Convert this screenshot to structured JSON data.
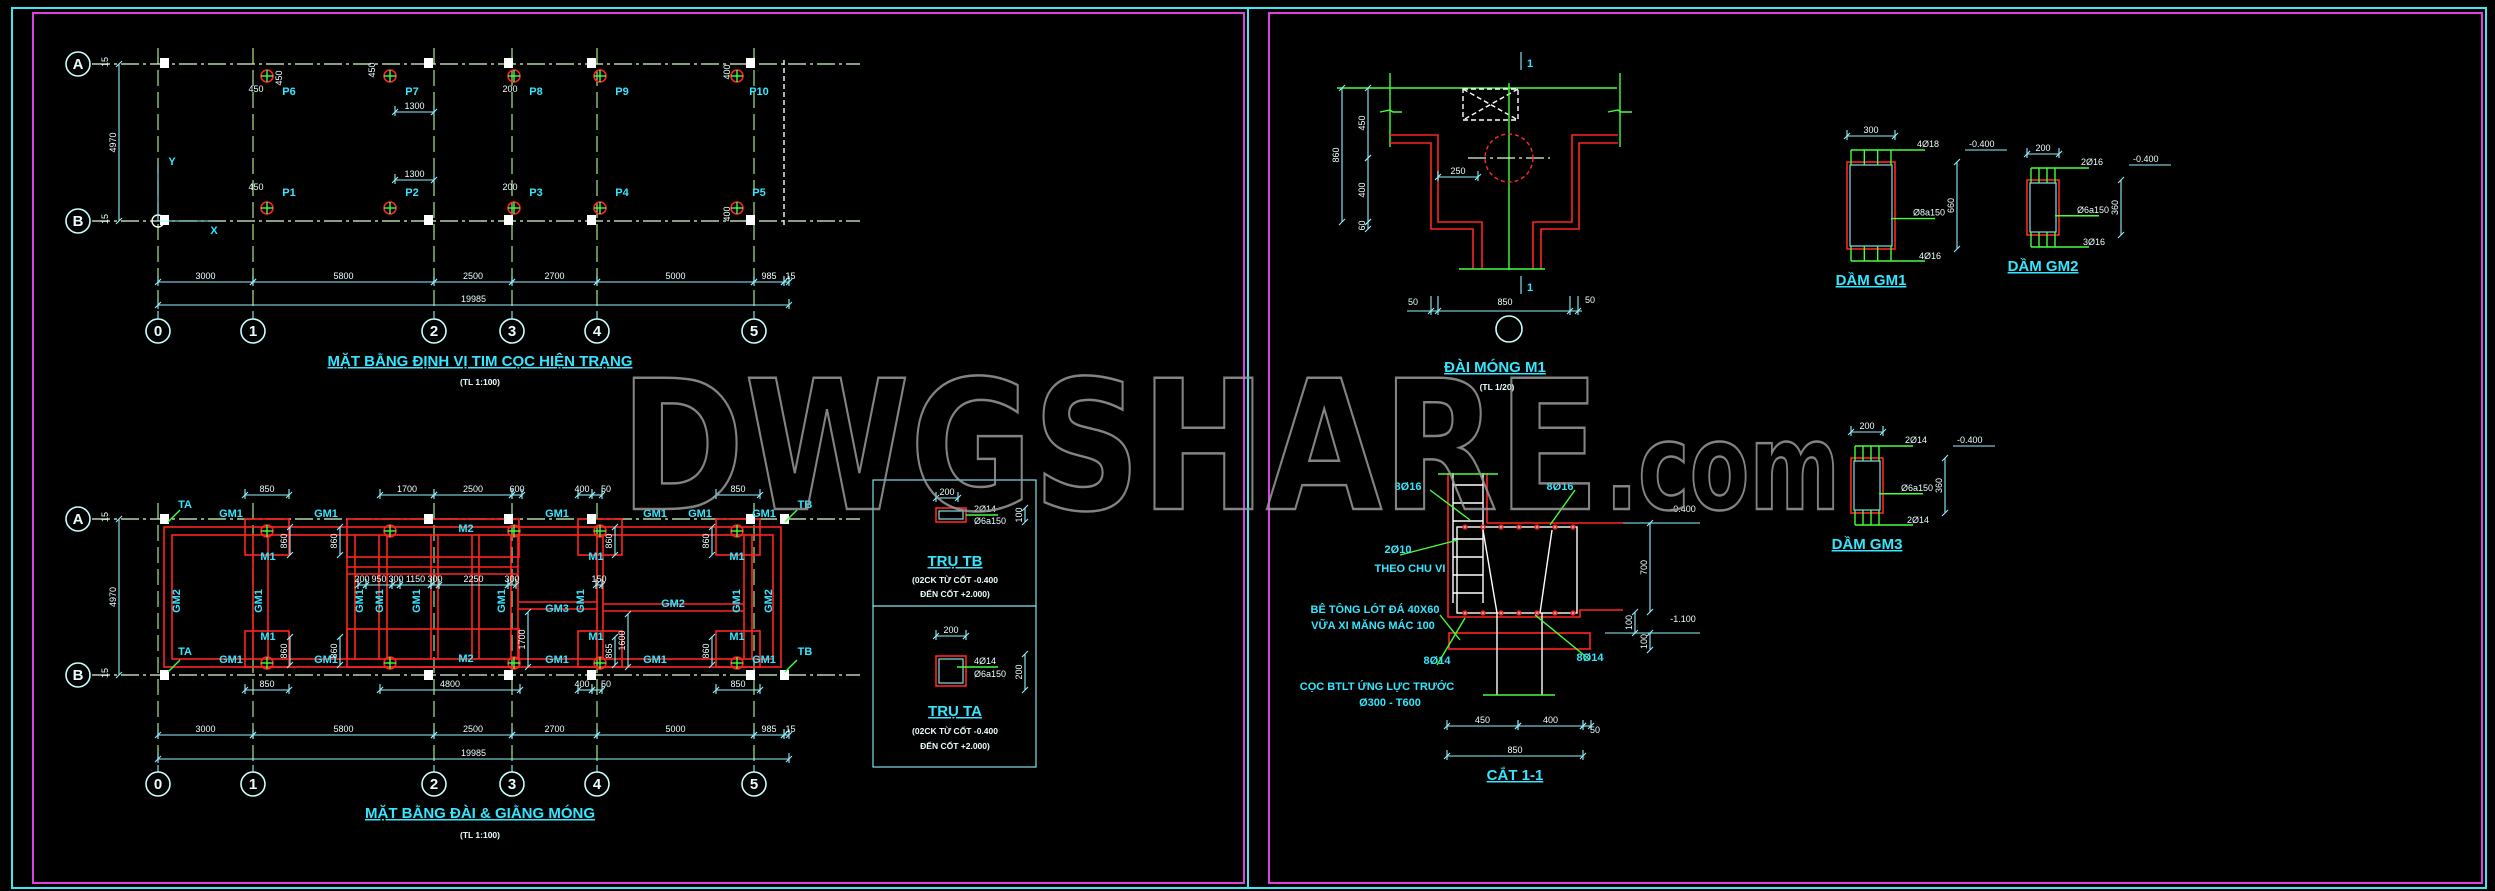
{
  "colors": {
    "background": "#000000",
    "frame_outer": "#40e6f0",
    "frame_inner": "#e040e0",
    "text": "#35e6ff",
    "concrete": "#ff2424",
    "rebar": "#45ff3a",
    "dimension": "#eaffff"
  },
  "watermark": {
    "brand": "DWGSHARE",
    "suffix": ".com"
  },
  "plan1": {
    "title": "MẶT BẰNG ĐỊNH VỊ TIM CỌC HIỆN TRẠNG",
    "scale": "(TL 1:100)",
    "row_axes": [
      "A",
      "B"
    ],
    "col_axes": [
      "0",
      "1",
      "2",
      "3",
      "4",
      "5"
    ],
    "spans": [
      "3000",
      "5800",
      "2500",
      "2700",
      "5000",
      "985",
      "15"
    ],
    "total": "19985",
    "height": "4970",
    "edge": "15",
    "piles_top": [
      "P6",
      "P7",
      "P8",
      "P9",
      "P10"
    ],
    "piles_bottom": [
      "P1",
      "P2",
      "P3",
      "P4",
      "P5"
    ],
    "offsets": {
      "d450": "450",
      "d1300": "1300",
      "d200": "200",
      "d400": "400"
    },
    "coord_x": "X",
    "coord_y": "Y"
  },
  "plan2": {
    "title": "MẶT BẰNG ĐÀI & GIẰNG MÓNG",
    "scale": "(TL 1:100)",
    "row_axes": [
      "A",
      "B"
    ],
    "col_axes": [
      "0",
      "1",
      "2",
      "3",
      "4",
      "5"
    ],
    "spans": [
      "3000",
      "5800",
      "2500",
      "2700",
      "5000",
      "985",
      "15"
    ],
    "total": "19985",
    "height": "4970",
    "edge": "15",
    "column_a": "TA",
    "column_b": "TB",
    "beam_gm1": "GM1",
    "beam_gm2": "GM2",
    "beam_gm3": "GM3",
    "cap_m1": "M1",
    "cap_m2": "M2",
    "top_dims": [
      "850",
      "1700",
      "2500",
      "600",
      "400",
      "50",
      "850"
    ],
    "inner_dims": [
      "200",
      "950",
      "300",
      "1150",
      "300",
      "2250",
      "300",
      "150"
    ],
    "vert_dims": {
      "cap": "860",
      "cap2": "865",
      "d1700": "1700",
      "d1600": "1600"
    },
    "bottom_dims": [
      "850",
      "4800",
      "400",
      "50",
      "850"
    ]
  },
  "tru_tb": {
    "title": "TRỤ TB",
    "note1": "(02CK TỪ CỐT -0.400",
    "note2": "ĐẾN CỐT +2.000)",
    "width": "200",
    "height": "100",
    "bars": "2Ø14",
    "stirrup": "Ø6a150"
  },
  "tru_ta": {
    "title": "TRỤ TA",
    "note1": "(02CK TỪ CỐT -0.400",
    "note2": "ĐẾN CỐT +2.000)",
    "width": "200",
    "height": "200",
    "bars": "4Ø14",
    "stirrup": "Ø6a150"
  },
  "dai_mong": {
    "title": "ĐÀI MÓNG M1",
    "scale": "(TL 1/20)",
    "section": "1",
    "dims": {
      "total": "860",
      "h450": "450",
      "h400": "400",
      "h60": "60",
      "d250": "250",
      "w850": "850",
      "d50": "50"
    }
  },
  "dam_gm1": {
    "title": "DẦM GM1",
    "width": "300",
    "height": "660",
    "top": "4Ø18",
    "bottom": "4Ø16",
    "stirrup": "Ø8a150",
    "level": "-0.400"
  },
  "dam_gm2": {
    "title": "DẦM GM2",
    "width": "200",
    "height": "360",
    "top": "2Ø16",
    "bottom": "3Ø16",
    "stirrup": "Ø6a150",
    "level": "-0.400"
  },
  "dam_gm3": {
    "title": "DẦM GM3",
    "width": "200",
    "height": "360",
    "top": "2Ø14",
    "bottom": "2Ø14",
    "stirrup": "Ø6a150",
    "level": "-0.400"
  },
  "cat_11": {
    "title": "CẮT 1-1",
    "bars_left": "8Ø16",
    "bars_right": "8Ø16",
    "perimeter1": "2Ø10",
    "perimeter2": "THEO CHU VI",
    "lean1": "BÊ TÔNG LÓT ĐÁ 40X60",
    "lean2": "VỮA XI MĂNG MÁC 100",
    "bottom_left": "8Ø14",
    "bottom_right": "8Ø14",
    "pile1": "CỌC BTLT ỨNG LỰC TRƯỚC",
    "pile2": "Ø300 - T600",
    "level1": "-0.400",
    "level2": "-1.100",
    "h700": "700",
    "h100a": "100",
    "h100b": "100",
    "w450": "450",
    "w400": "400",
    "w50": "50",
    "w850": "850"
  }
}
